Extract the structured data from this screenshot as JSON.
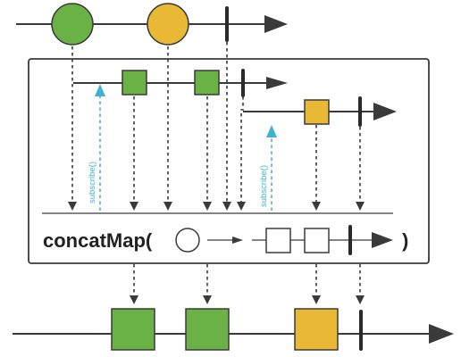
{
  "operator": {
    "name": "concatMap(",
    "close": ")"
  },
  "annotations": {
    "subscribe_1": "subscribe()",
    "subscribe_2": "subscribe()"
  },
  "colors": {
    "green": "#6ab245",
    "yellow": "#e9b935",
    "subscribe_arrow": "#3fb1d3",
    "line": "#3a3a3a"
  },
  "streams": {
    "source": {
      "items": [
        "green-circle",
        "yellow-circle"
      ],
      "completes": true
    },
    "inner_1": {
      "items": [
        "green-square",
        "green-square"
      ],
      "completes": true
    },
    "inner_2": {
      "items": [
        "yellow-square"
      ],
      "completes": true
    },
    "output": {
      "items": [
        "green-square",
        "green-square",
        "yellow-square"
      ],
      "completes": true
    }
  }
}
